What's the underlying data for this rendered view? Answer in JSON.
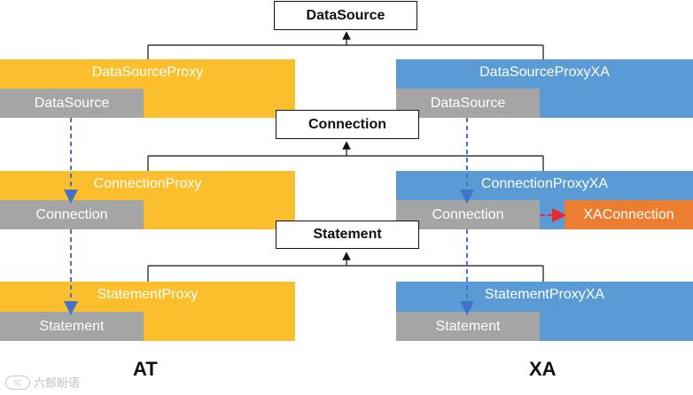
{
  "colors": {
    "at_proxy": "#fbbf2d",
    "xa_proxy": "#5b9bd5",
    "inner_box": "#a5a5a5",
    "xa_connection": "#ed7d31",
    "dashed_blue": "#4472c4",
    "dashed_red": "#e8282e"
  },
  "interfaces": {
    "datasource": "DataSource",
    "connection": "Connection",
    "statement": "Statement"
  },
  "at": {
    "datasource_proxy": "DataSourceProxy",
    "datasource_inner": "DataSource",
    "connection_proxy": "ConnectionProxy",
    "connection_inner": "Connection",
    "statement_proxy": "StatementProxy",
    "statement_inner": "Statement",
    "label": "AT"
  },
  "xa": {
    "datasource_proxy": "DataSourceProxyXA",
    "datasource_inner": "DataSource",
    "connection_proxy": "ConnectionProxyXA",
    "connection_inner": "Connection",
    "xa_connection": "XAConnection",
    "statement_proxy": "StatementProxyXA",
    "statement_inner": "Statement",
    "label": "XA"
  },
  "watermark": "六郎盼语"
}
